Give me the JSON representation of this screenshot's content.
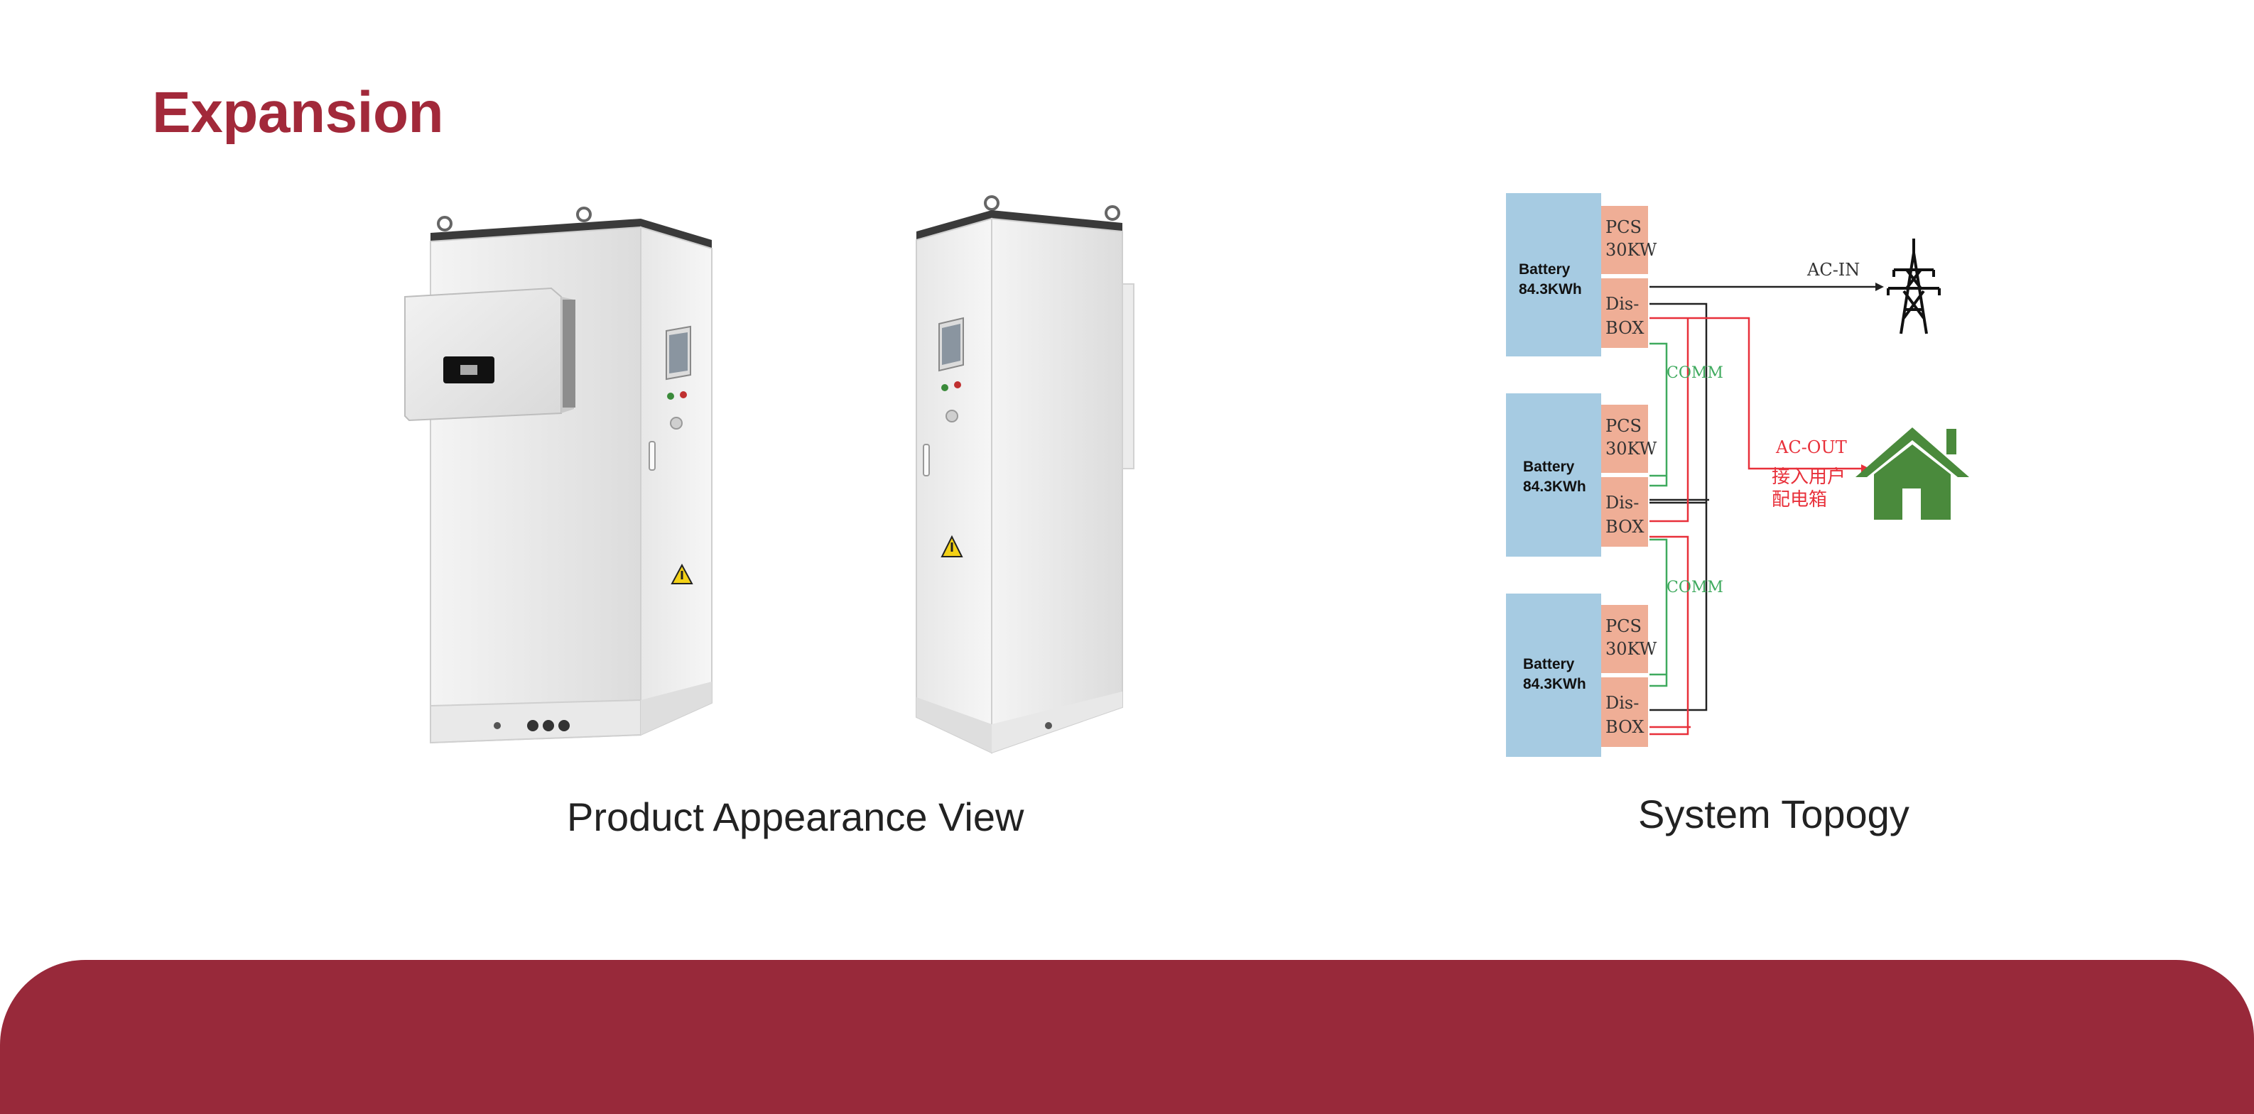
{
  "title": "Expansion",
  "captions": {
    "product": "Product Appearance View",
    "topology": "System Topogy"
  },
  "topology": {
    "units": [
      {
        "battery_line1": "Battery",
        "battery_line2": "84.3KWh",
        "pcs_line1": "PCS",
        "pcs_line2": "30KW",
        "dis_line1": "Dis-",
        "dis_line2": "BOX"
      },
      {
        "battery_line1": "Battery",
        "battery_line2": "84.3KWh",
        "pcs_line1": "PCS",
        "pcs_line2": "30KW",
        "dis_line1": "Dis-",
        "dis_line2": "BOX"
      },
      {
        "battery_line1": "Battery",
        "battery_line2": "84.3KWh",
        "pcs_line1": "PCS",
        "pcs_line2": "30KW",
        "dis_line1": "Dis-",
        "dis_line2": "BOX"
      }
    ],
    "comm_labels": [
      "COMM",
      "COMM"
    ],
    "ac_in": "AC-IN",
    "ac_out": "AC-OUT",
    "ac_out_note_line1": "接入用户",
    "ac_out_note_line2": "配电箱"
  },
  "icons": {
    "grid": "power-tower-icon",
    "home": "house-icon",
    "warning": "high-voltage-warning-icon"
  },
  "colors": {
    "brand": "#a2293a",
    "footer": "#98293a",
    "battery": "#a6cbe2",
    "pcs": "#efae96",
    "comm_line": "#3faa5e",
    "ac_out_line": "#e8303a",
    "ac_in_line": "#222222",
    "house": "#4a8a3c"
  }
}
